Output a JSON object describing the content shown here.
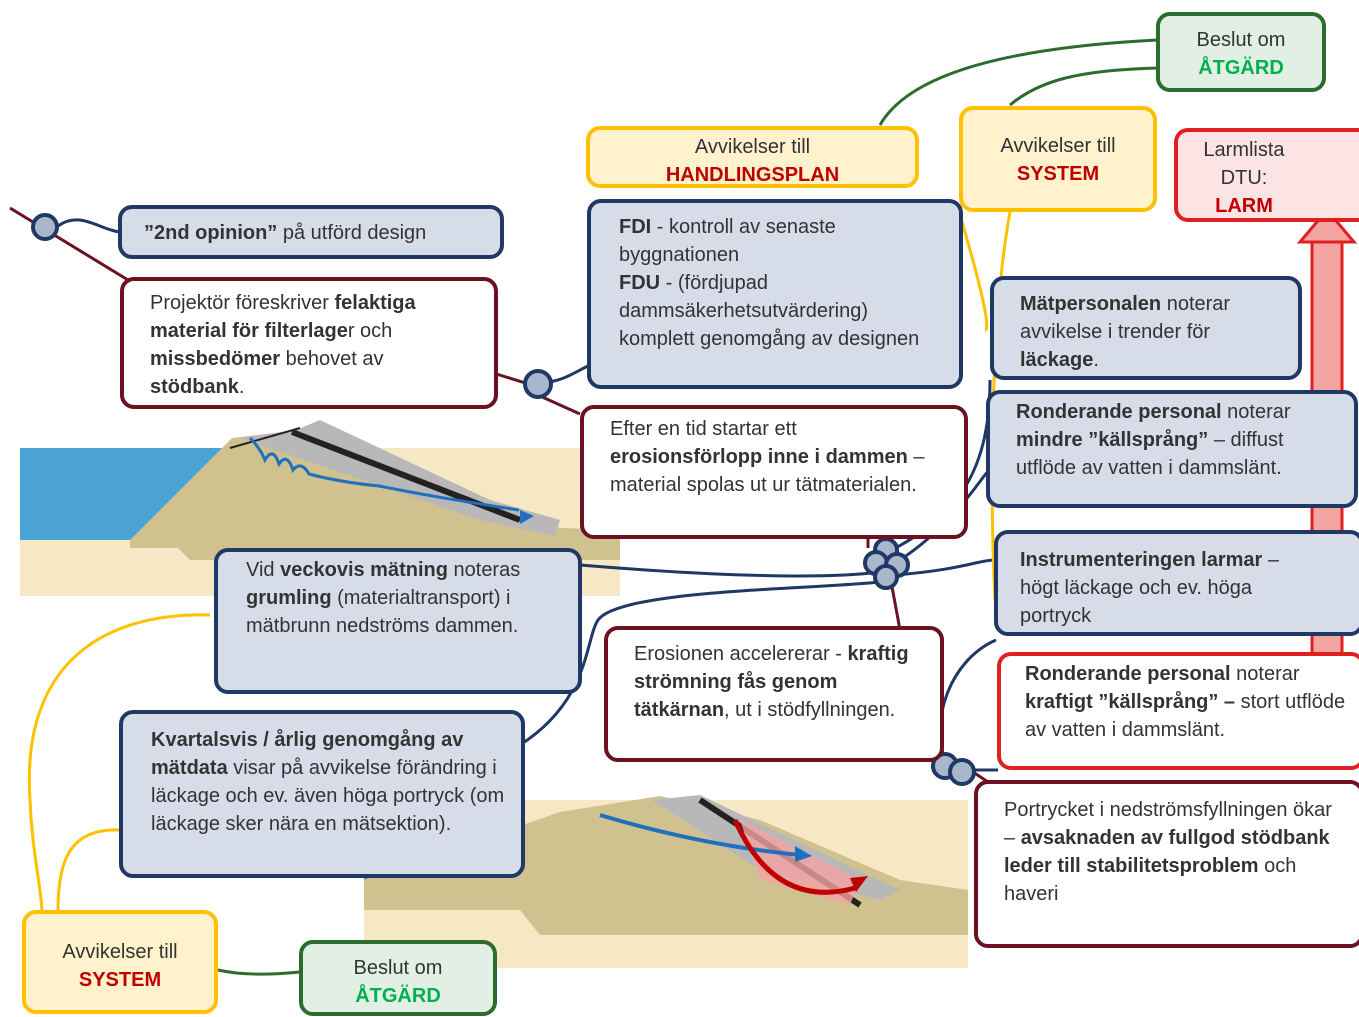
{
  "colors": {
    "navy": "#1f3864",
    "wine": "#6b1122",
    "yellow": "#ffc000",
    "green": "#2d6b2f",
    "red_border": "#e02020",
    "alarm_text": "#c00000",
    "action_text": "#00b050",
    "water": "#4aa3d4",
    "fill": "#cfc28f",
    "sand": "#f6e8c4"
  },
  "icons": [
    "arrow-up-icon",
    "flow-arrow-icon",
    "slip-arrow-icon",
    "dam-cross-section-image",
    "connector-circle-icon"
  ],
  "top_right_action": {
    "l1": "Beslut om",
    "l2": "ÅTGÄRD"
  },
  "handlingsplan": {
    "l1": "Avvikelser till",
    "l2": "HANDLINGSPLAN"
  },
  "system_top": {
    "l1": "Avvikelser till",
    "l2": "SYSTEM"
  },
  "larmlista": {
    "l1": "Larmlista",
    "l2": "DTU:",
    "l3": "LARM"
  },
  "second_opinion": {
    "b": "”2nd opinion”",
    "t": " på utförd design"
  },
  "projektor": {
    "t1": "Projektör föreskriver ",
    "b1": "felaktiga material för filterlage",
    "t2": "r och ",
    "b2": "missbedömer",
    "t3": " behovet av ",
    "b3": "stödbank",
    "t4": "."
  },
  "fdi": {
    "b1": "FDI",
    "t1": " - kontroll av senaste byggnationen",
    "b2": "FDU",
    "t2": " - (fördjupad dammsäkerhetsutvärdering) komplett genomgång av designen"
  },
  "efter": {
    "t1": "Efter en tid startar ett ",
    "b1": "erosionsförlopp inne i dammen",
    "t2": " – material spolas ut ur tätmaterialen."
  },
  "matpersonal": {
    "b1": "Mätpersonalen",
    "t1": " noterar avvikelse i trender för ",
    "b2": "läckage",
    "t2": "."
  },
  "ronderande1": {
    "b1": "Ronderande personal",
    "t1": " noterar ",
    "b2": "mindre ”källsprång”",
    "t2": " – diffust utflöde av vatten i dammslänt."
  },
  "instrument": {
    "b1": "Instrumenteringen larmar",
    "t1": " – högt läckage och ev. höga portryck"
  },
  "ronderande2": {
    "b1": "Ronderande personal",
    "t1": " noterar ",
    "b2": "kraftigt ”källsprång” –",
    "t2": " stort utflöde av vatten i dammslänt."
  },
  "veckovis": {
    "t1": "Vid ",
    "b1": "veckovis mätning",
    "t2": " noteras ",
    "b2": "grumling",
    "t3": " (materialtransport) i mätbrunn nedströms dammen."
  },
  "erosionen": {
    "t1": "Erosionen accelererar - ",
    "b1": "kraftig strömning fås genom tätkärnan",
    "t2": ", ut i stödfyllningen."
  },
  "kvartal": {
    "b1": "Kvartalsvis / årlig genomgång av mätdata",
    "t1": " visar på avvikelse förändring i läckage och ev. även höga portryck (om läckage sker nära en mätsektion)."
  },
  "portryck": {
    "t1": "Portrycket i nedströmsfyllningen ökar – ",
    "b1": "avsaknaden av fullgod stödbank leder till stabilitetsproblem",
    "t2": " och haveri"
  },
  "system_bottom": {
    "l1": "Avvikelser till",
    "l2": "SYSTEM"
  },
  "bottom_action": {
    "l1": "Beslut om",
    "l2": "ÅTGÄRD"
  }
}
